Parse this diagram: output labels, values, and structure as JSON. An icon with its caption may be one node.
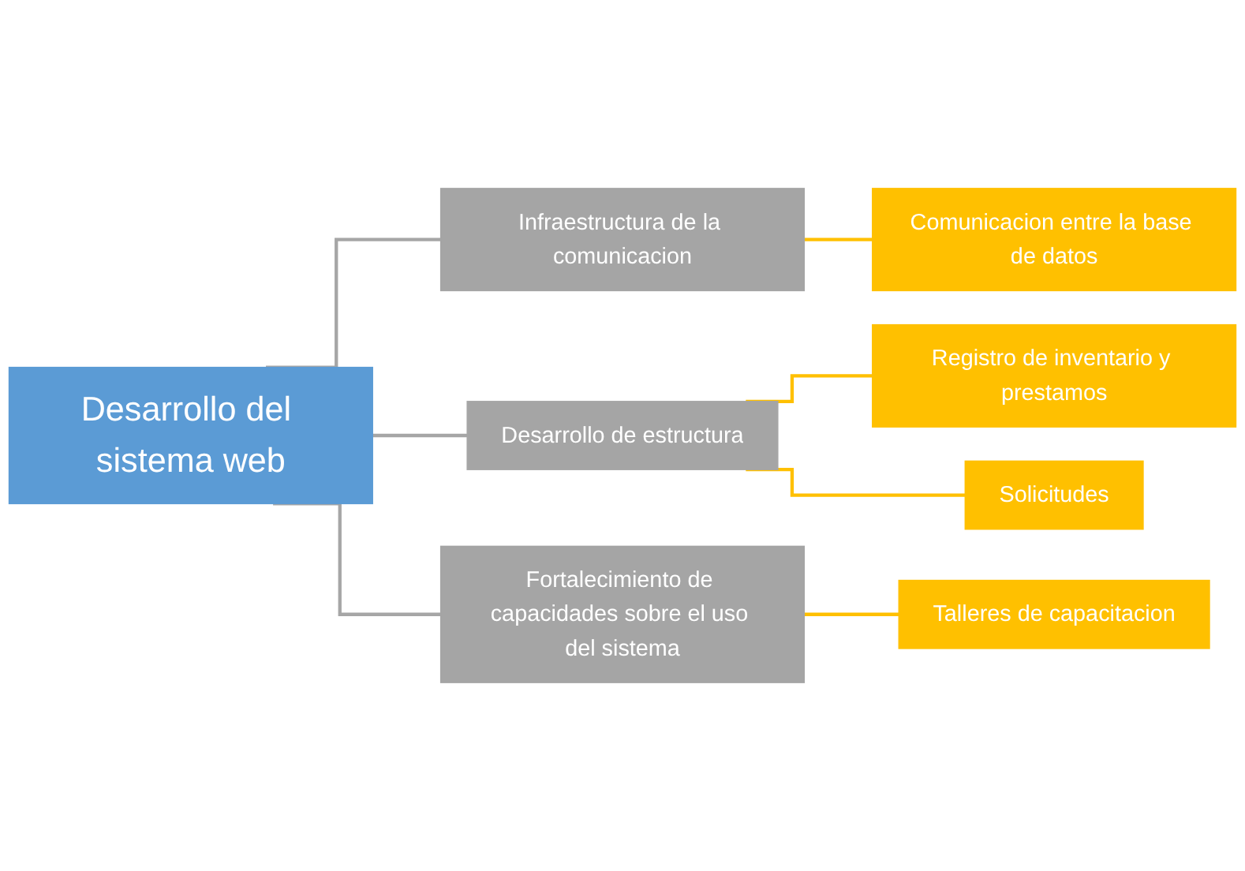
{
  "diagram": {
    "nodes": [
      {
        "text": [
          "Desarrollo del sistema web"
        ]
      },
      {
        "text": [
          "Infraestructura de la comunicacion"
        ]
      },
      {
        "text": [
          "Comunicacion entre la base de datos"
        ]
      },
      {
        "text": [
          "Desarrollo de estructura"
        ]
      },
      {
        "text": [
          "Registro de inventario y prestamos"
        ]
      },
      {
        "text": [
          "Solicitudes"
        ]
      },
      {
        "text": [
          "Fortalecimiento de capacidades sobre el uso del sistema"
        ]
      },
      {
        "text": [
          "Talleres de capacitacion"
        ]
      }
    ],
    "edges": [
      {
        "from": 0,
        "to": 1,
        "arrow": "none",
        "color": "#a6a6a6"
      },
      {
        "from": 0,
        "to": 3,
        "arrow": "none",
        "color": "#a6a6a6"
      },
      {
        "from": 0,
        "to": 6,
        "arrow": "none",
        "color": "#a6a6a6"
      },
      {
        "from": 1,
        "to": 2,
        "arrow": "none"
      },
      {
        "from": 3,
        "to": 4,
        "arrow": "none"
      },
      {
        "from": 3,
        "to": 5,
        "arrow": "none"
      },
      {
        "from": 6,
        "to": 7,
        "arrow": "none"
      }
    ]
  }
}
